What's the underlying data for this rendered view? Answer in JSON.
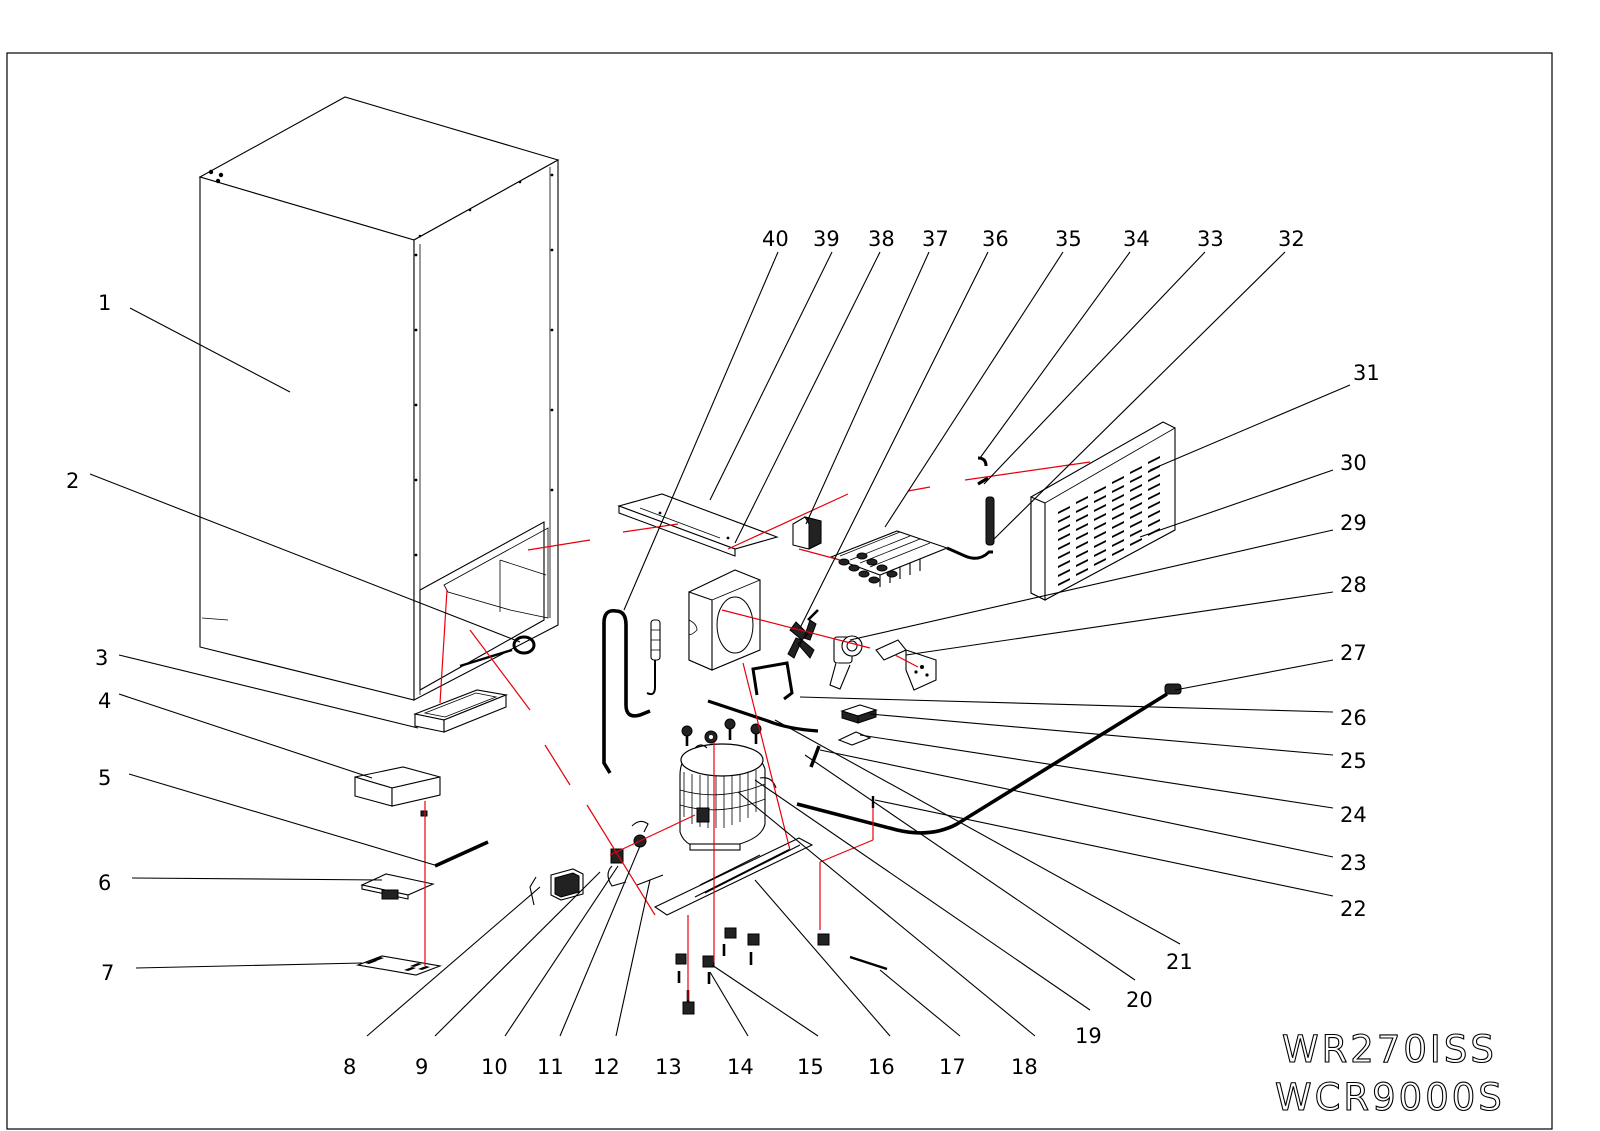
{
  "callouts": [
    {
      "label": "1"
    },
    {
      "label": "2"
    },
    {
      "label": "3"
    },
    {
      "label": "4"
    },
    {
      "label": "5"
    },
    {
      "label": "6"
    },
    {
      "label": "7"
    },
    {
      "label": "8"
    },
    {
      "label": "9"
    },
    {
      "label": "10"
    },
    {
      "label": "11"
    },
    {
      "label": "12"
    },
    {
      "label": "13"
    },
    {
      "label": "14"
    },
    {
      "label": "15"
    },
    {
      "label": "16"
    },
    {
      "label": "17"
    },
    {
      "label": "18"
    },
    {
      "label": "19"
    },
    {
      "label": "20"
    },
    {
      "label": "21"
    },
    {
      "label": "22"
    },
    {
      "label": "23"
    },
    {
      "label": "24"
    },
    {
      "label": "25"
    },
    {
      "label": "26"
    },
    {
      "label": "27"
    },
    {
      "label": "28"
    },
    {
      "label": "29"
    },
    {
      "label": "30"
    },
    {
      "label": "31"
    },
    {
      "label": "32"
    },
    {
      "label": "33"
    },
    {
      "label": "34"
    },
    {
      "label": "35"
    },
    {
      "label": "36"
    },
    {
      "label": "37"
    },
    {
      "label": "38"
    },
    {
      "label": "39"
    },
    {
      "label": "40"
    }
  ],
  "model": {
    "line1": "WR270ISS",
    "line2": "WCR9000S"
  }
}
